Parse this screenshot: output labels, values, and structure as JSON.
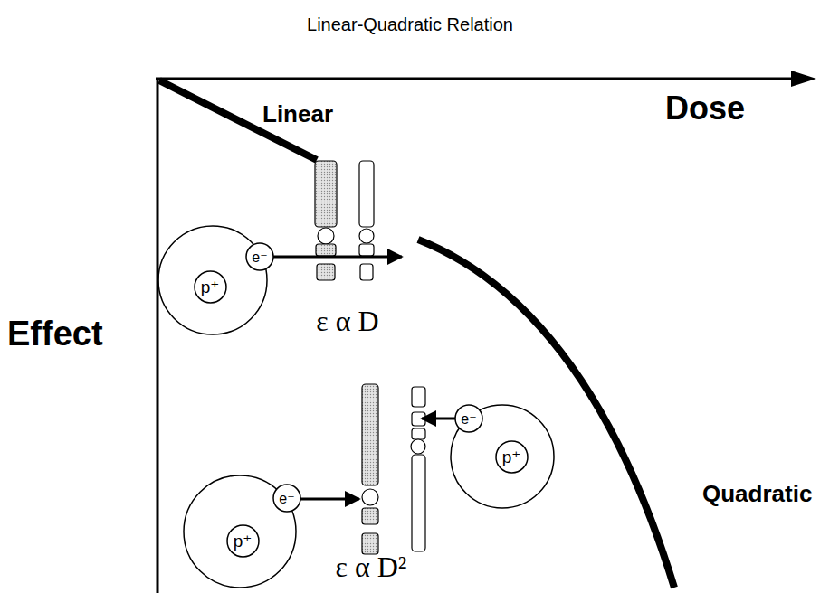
{
  "diagram": {
    "title": "Linear-Quadratic Relation",
    "nodes": [
      {
        "text": [
          "p⁺"
        ]
      },
      {
        "text": [
          "e⁻"
        ]
      },
      {
        "text": [
          "p⁺"
        ]
      },
      {
        "text": [
          "e⁻"
        ]
      },
      {
        "text": [
          "p⁺"
        ]
      },
      {
        "text": [
          "e⁻"
        ]
      }
    ],
    "labels": [
      "Linear",
      "Dose",
      "Effect",
      "ε α D",
      "Quadratic",
      "ε α D²"
    ]
  }
}
